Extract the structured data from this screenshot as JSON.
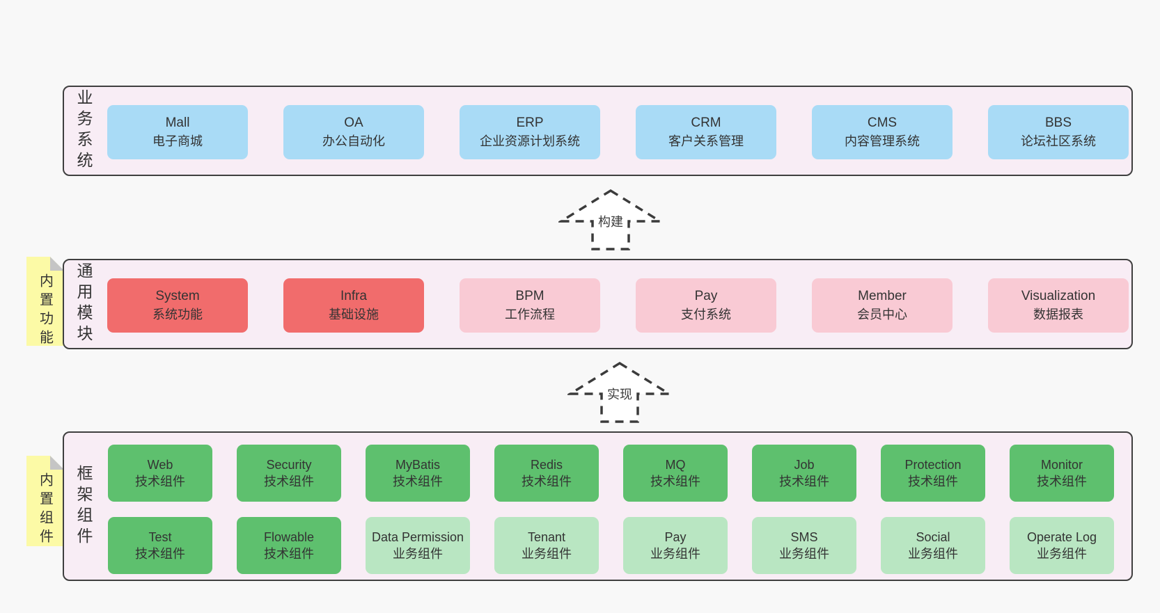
{
  "colors": {
    "page_bg": "#f8f8f8",
    "panel_bg": "#f8edf5",
    "panel_border": "#3f3f3f",
    "box_blue": "#a9dbf6",
    "box_red": "#f16c6c",
    "box_pink": "#f9cad4",
    "box_green_dark": "#5ec06e",
    "box_green_light": "#b9e6c2",
    "note_yellow": "#fcfaa6",
    "note_fold_gray": "#c5c5c5",
    "text": "#333333"
  },
  "arrows": [
    {
      "label": "构建"
    },
    {
      "label": "实现"
    }
  ],
  "notes": [
    {
      "label": "内置功能"
    },
    {
      "label": "内置组件"
    }
  ],
  "sections": {
    "business": {
      "label": "业务系统",
      "boxes": [
        {
          "name": "Mall",
          "desc": "电子商城"
        },
        {
          "name": "OA",
          "desc": "办公自动化"
        },
        {
          "name": "ERP",
          "desc": "企业资源计划系统"
        },
        {
          "name": "CRM",
          "desc": "客户关系管理"
        },
        {
          "name": "CMS",
          "desc": "内容管理系统"
        },
        {
          "name": "BBS",
          "desc": "论坛社区系统"
        }
      ]
    },
    "modules": {
      "label": "通用模块",
      "boxes": [
        {
          "name": "System",
          "desc": "系统功能",
          "variant": "red"
        },
        {
          "name": "Infra",
          "desc": "基础设施",
          "variant": "red"
        },
        {
          "name": "BPM",
          "desc": "工作流程",
          "variant": "pink"
        },
        {
          "name": "Pay",
          "desc": "支付系统",
          "variant": "pink"
        },
        {
          "name": "Member",
          "desc": "会员中心",
          "variant": "pink"
        },
        {
          "name": "Visualization",
          "desc": "数据报表",
          "variant": "pink"
        }
      ]
    },
    "framework": {
      "label": "框架组件",
      "row1": [
        {
          "name": "Web",
          "desc": "技术组件",
          "variant": "dark"
        },
        {
          "name": "Security",
          "desc": "技术组件",
          "variant": "dark"
        },
        {
          "name": "MyBatis",
          "desc": "技术组件",
          "variant": "dark"
        },
        {
          "name": "Redis",
          "desc": "技术组件",
          "variant": "dark"
        },
        {
          "name": "MQ",
          "desc": "技术组件",
          "variant": "dark"
        },
        {
          "name": "Job",
          "desc": "技术组件",
          "variant": "dark"
        },
        {
          "name": "Protection",
          "desc": "技术组件",
          "variant": "dark"
        },
        {
          "name": "Monitor",
          "desc": "技术组件",
          "variant": "dark"
        }
      ],
      "row2": [
        {
          "name": "Test",
          "desc": "技术组件",
          "variant": "dark"
        },
        {
          "name": "Flowable",
          "desc": "技术组件",
          "variant": "dark"
        },
        {
          "name": "Data Permission",
          "desc": "业务组件",
          "variant": "light"
        },
        {
          "name": "Tenant",
          "desc": "业务组件",
          "variant": "light"
        },
        {
          "name": "Pay",
          "desc": "业务组件",
          "variant": "light"
        },
        {
          "name": "SMS",
          "desc": "业务组件",
          "variant": "light"
        },
        {
          "name": "Social",
          "desc": "业务组件",
          "variant": "light"
        },
        {
          "name": "Operate Log",
          "desc": "业务组件",
          "variant": "light"
        }
      ]
    }
  }
}
